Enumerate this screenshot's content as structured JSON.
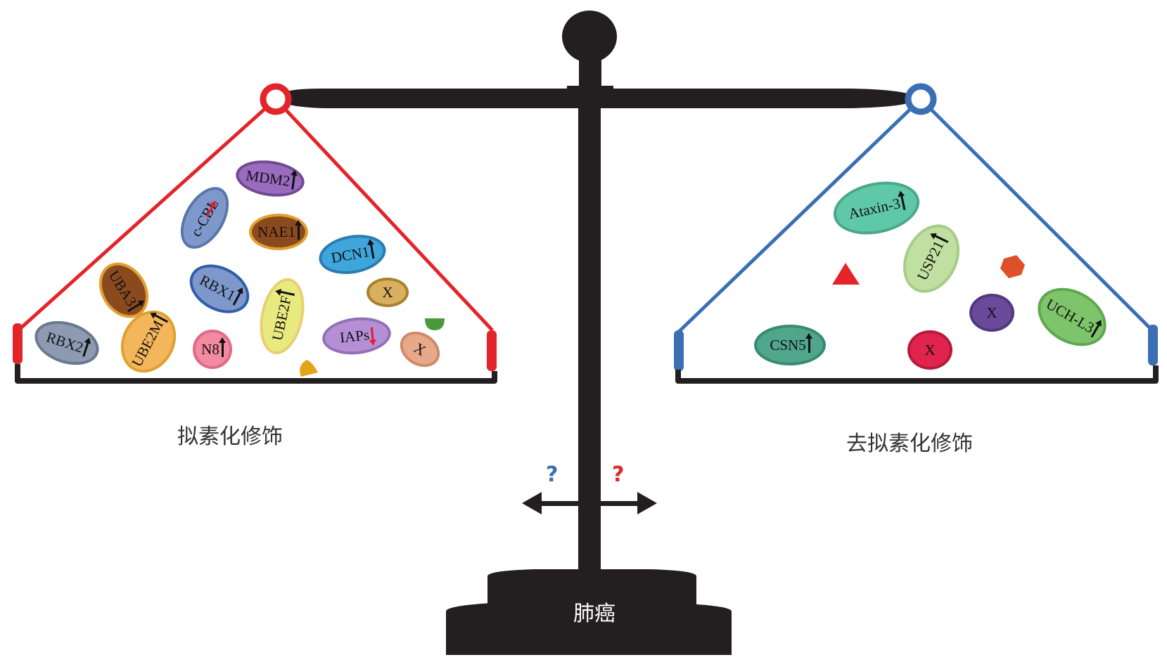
{
  "base_label": "肺癌",
  "left_caption": "拟素化修饰",
  "right_caption": "去拟素化修饰",
  "left_question": "?",
  "right_question": "?",
  "colors": {
    "beam": "#231f20",
    "left_pan": "#e3242b",
    "right_pan": "#3a6fb3",
    "q_left": "#3a6fb3",
    "q_right": "#e3242b"
  },
  "left_molecules": [
    {
      "label": "MDM2",
      "indicator": "up",
      "fill": "#9b6bbf",
      "border": "#6e4b93",
      "text_color": "#111"
    },
    {
      "label": "c-CBL",
      "indicator": "right-red",
      "fill": "#7f98cc",
      "border": "#5a75aa",
      "text_color": "#111"
    },
    {
      "label": "NAE1",
      "indicator": "up",
      "fill": "#8b4a1e",
      "border": "#e0a030",
      "text_color": "#111"
    },
    {
      "label": "DCN1",
      "indicator": "up",
      "fill": "#3fa6dc",
      "border": "#2a7bb0",
      "text_color": "#111"
    },
    {
      "label": "UBA3",
      "indicator": "up",
      "fill": "#8b4a1e",
      "border": "#e0a030",
      "text_color": "#111"
    },
    {
      "label": "RBX1",
      "indicator": "up",
      "fill": "#7f98cc",
      "border": "#2f5ea8",
      "text_color": "#111"
    },
    {
      "label": "UBE2F",
      "indicator": "up",
      "fill": "#e8ea80",
      "border": "#e8d070",
      "text_color": "#111"
    },
    {
      "label": "X",
      "indicator": "none",
      "fill": "#d8b060",
      "border": "#a8822a",
      "text_color": "#111"
    },
    {
      "label": "RBX2",
      "indicator": "up",
      "fill": "#8e9ab2",
      "border": "#6a7890",
      "text_color": "#111"
    },
    {
      "label": "UBE2M",
      "indicator": "up",
      "fill": "#f4b65a",
      "border": "#e0a030",
      "text_color": "#111"
    },
    {
      "label": "N8",
      "indicator": "up",
      "fill": "#f28aa0",
      "border": "#e06a88",
      "text_color": "#111"
    },
    {
      "label": "IAPs",
      "indicator": "down-red",
      "fill": "#b58fd6",
      "border": "#9270b5",
      "text_color": "#111"
    },
    {
      "label": "X",
      "indicator": "none",
      "fill": "#e8a88a",
      "border": "#d08a6a",
      "text_color": "#111"
    }
  ],
  "right_molecules": [
    {
      "label": "Ataxin-3",
      "indicator": "up",
      "fill": "#5fc8a8",
      "border": "#4aa888",
      "text_color": "#111"
    },
    {
      "label": "USP21",
      "indicator": "up",
      "fill": "#bfe0a0",
      "border": "#a8cc88",
      "text_color": "#111"
    },
    {
      "label": "X",
      "indicator": "none",
      "fill": "#6a4a9a",
      "border": "#523880",
      "text_color": "#111"
    },
    {
      "label": "UCH-L3",
      "indicator": "up",
      "fill": "#7ec46a",
      "border": "#5ea850",
      "text_color": "#111"
    },
    {
      "label": "CSN5",
      "indicator": "up",
      "fill": "#4fa68a",
      "border": "#3a8a70",
      "text_color": "#111"
    },
    {
      "label": "X",
      "indicator": "none",
      "fill": "#e0244e",
      "border": "#b81a3c",
      "text_color": "#111"
    }
  ]
}
